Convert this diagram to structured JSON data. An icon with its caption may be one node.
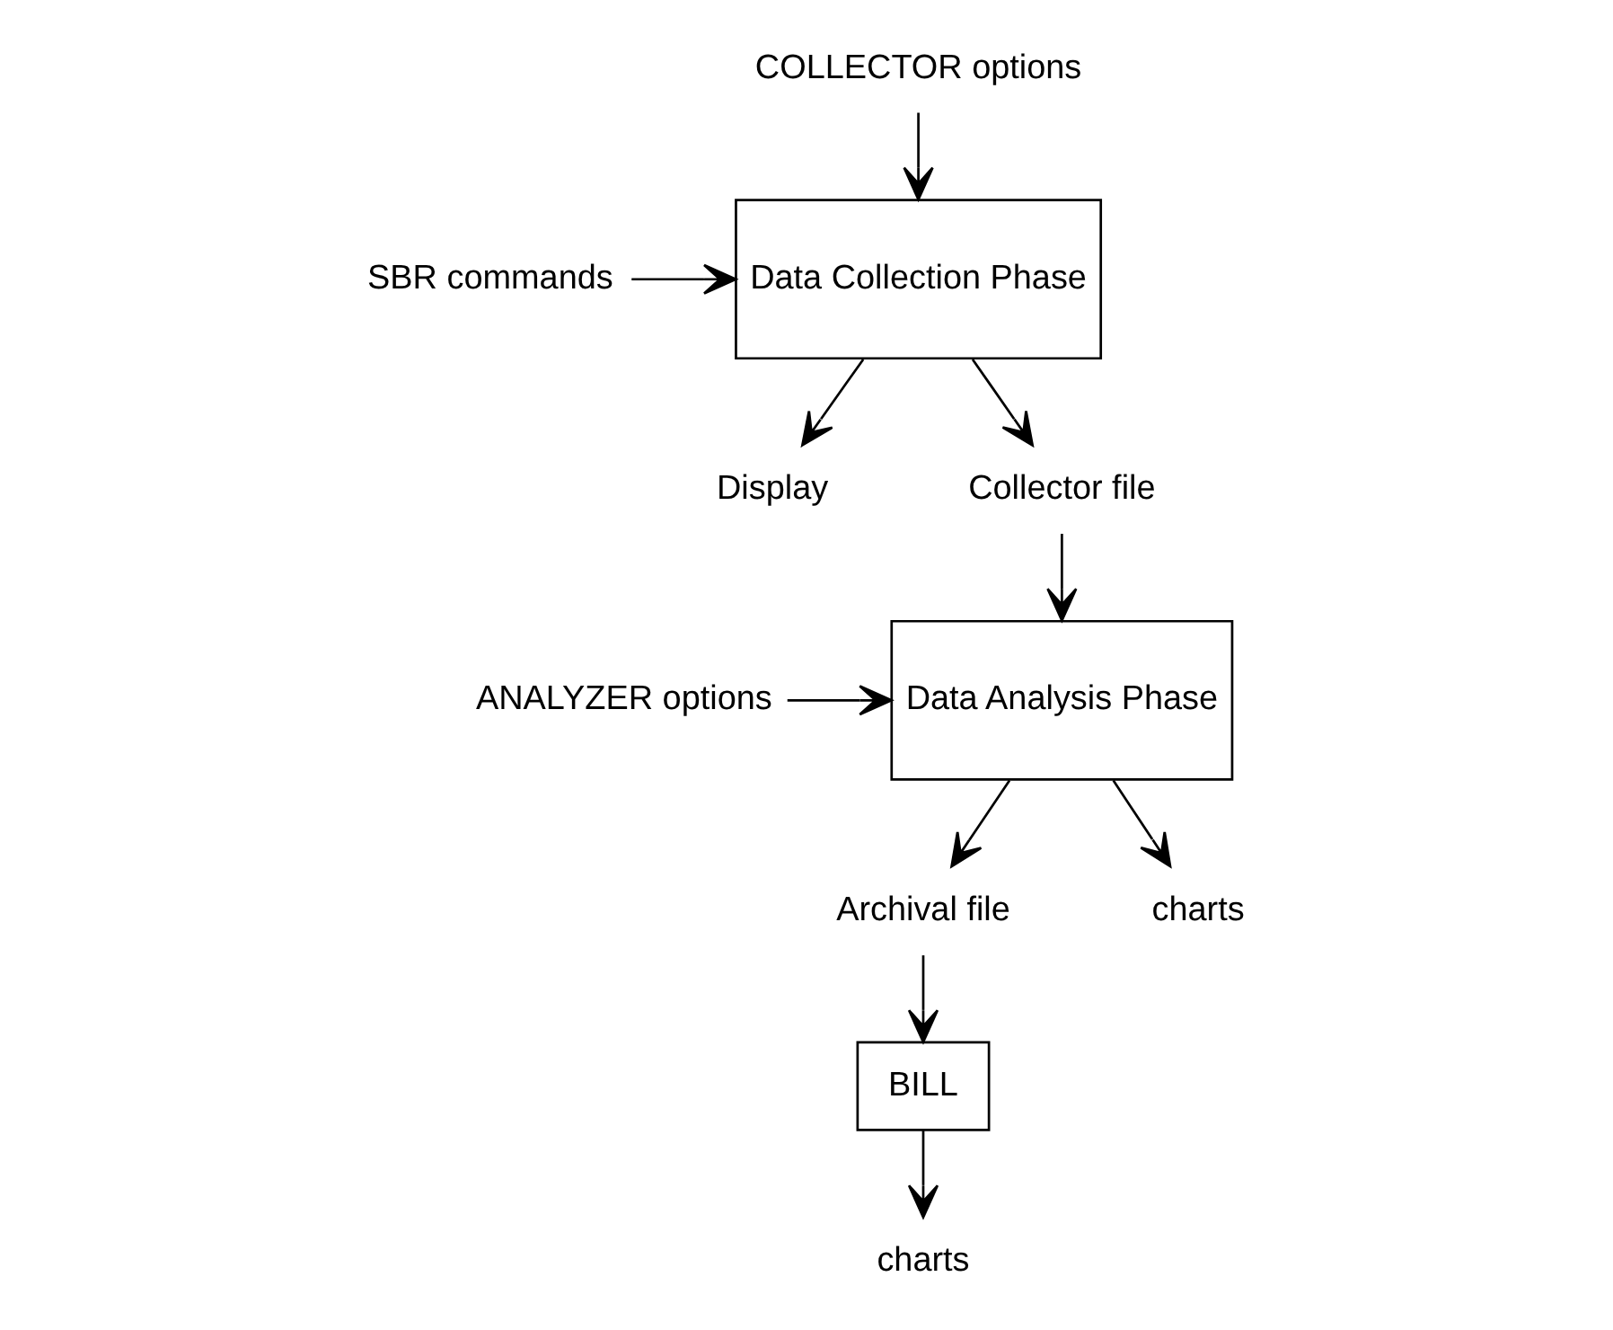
{
  "diagram": {
    "nodes": [
      {
        "text": [
          "COLLECTOR options"
        ]
      },
      {
        "text": [
          "SBR commands"
        ]
      },
      {
        "text": [
          "Data Collection Phase"
        ]
      },
      {
        "text": [
          "Display"
        ]
      },
      {
        "text": [
          "Collector file"
        ]
      },
      {
        "text": [
          "ANALYZER options"
        ]
      },
      {
        "text": [
          "Data Analysis Phase"
        ]
      },
      {
        "text": [
          "Archival file"
        ]
      },
      {
        "text": [
          "charts"
        ]
      },
      {
        "text": [
          "BILL"
        ]
      },
      {
        "text": [
          "charts"
        ]
      }
    ],
    "edges": [
      {
        "from": 0,
        "to": 2,
        "arrow": "to"
      },
      {
        "from": 1,
        "to": 2,
        "arrow": "to"
      },
      {
        "from": 2,
        "to": 3,
        "arrow": "to"
      },
      {
        "from": 2,
        "to": 4,
        "arrow": "to"
      },
      {
        "from": 4,
        "to": 6,
        "arrow": "to"
      },
      {
        "from": 5,
        "to": 6,
        "arrow": "to"
      },
      {
        "from": 6,
        "to": 7,
        "arrow": "to"
      },
      {
        "from": 6,
        "to": 8,
        "arrow": "to"
      },
      {
        "from": 7,
        "to": 9,
        "arrow": "to"
      },
      {
        "from": 9,
        "to": 10,
        "arrow": "to"
      }
    ]
  }
}
